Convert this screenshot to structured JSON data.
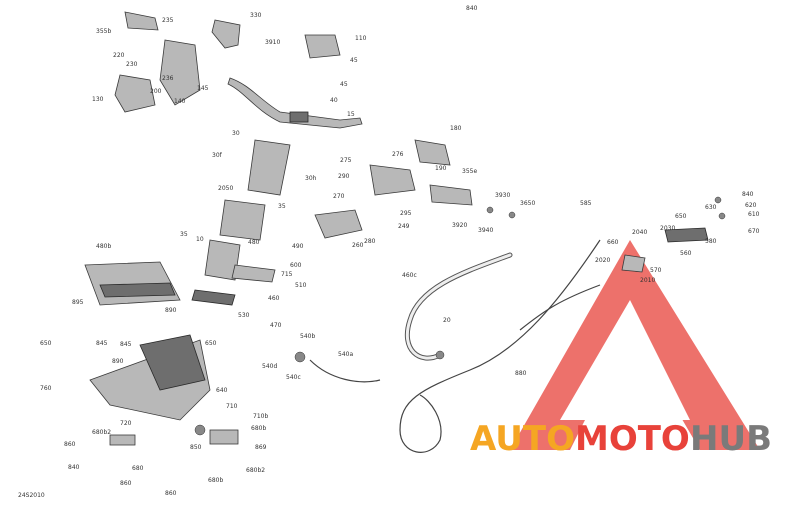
{
  "figure_code": "24S2010",
  "watermark": {
    "auto": "AUTO",
    "moto": "MOTO",
    "hub": "HUB",
    "color_red": "#e8423a",
    "color_orange": "#f5a623",
    "color_gray": "#7a7a7a"
  },
  "callouts": [
    "355b",
    "235",
    "330",
    "220",
    "230",
    "236",
    "200",
    "130",
    "140",
    "145",
    "3910",
    "110",
    "45",
    "45",
    "40",
    "15",
    "30",
    "30f",
    "30h",
    "180",
    "275",
    "276",
    "190",
    "290",
    "280",
    "270",
    "295",
    "355e",
    "249",
    "260",
    "3930",
    "3650",
    "3920",
    "3940",
    "585",
    "840",
    "620",
    "630",
    "610",
    "670",
    "650",
    "580",
    "660",
    "2030",
    "2020",
    "2040",
    "570",
    "560",
    "2010",
    "2050",
    "35",
    "35",
    "10",
    "480",
    "490",
    "480b",
    "600",
    "715",
    "510",
    "460",
    "530",
    "460c",
    "20",
    "895",
    "890",
    "845",
    "845",
    "650",
    "650",
    "890",
    "760",
    "470",
    "540b",
    "540d",
    "540c",
    "540a",
    "880",
    "640",
    "710",
    "710b",
    "680b",
    "680b2",
    "720",
    "860",
    "850",
    "869",
    "680",
    "840",
    "860",
    "680b",
    "680b2",
    "860",
    "840"
  ]
}
